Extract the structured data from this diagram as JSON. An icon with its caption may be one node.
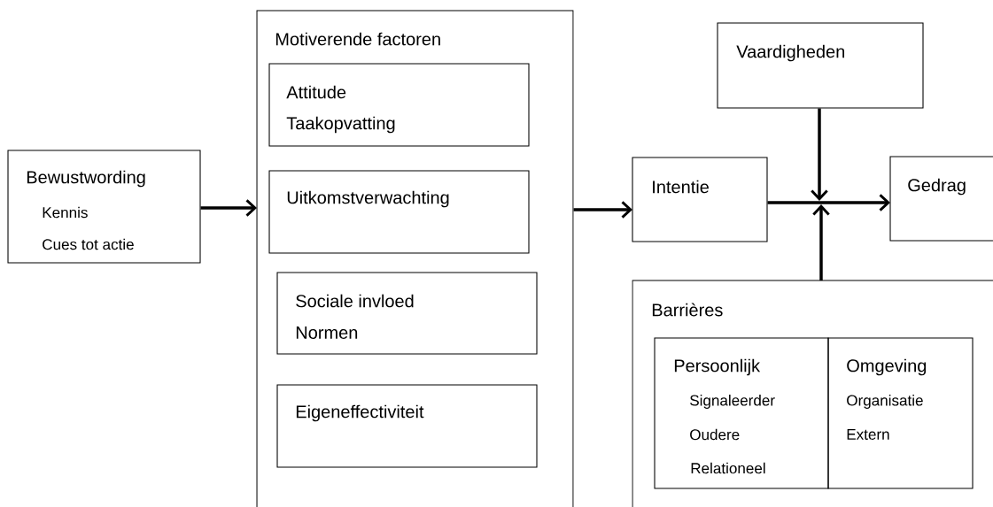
{
  "diagram": {
    "nodes": [
      {
        "text": [
          "Bewustwording",
          "Kennis",
          "Cues tot actie"
        ]
      },
      {
        "text": [
          "Motiverende factoren"
        ]
      },
      {
        "text": [
          "Attitude",
          "Taakopvatting"
        ],
        "in": 1
      },
      {
        "text": [
          "Uitkomstverwachting"
        ],
        "in": 1
      },
      {
        "text": [
          "Sociale invloed",
          "Normen"
        ],
        "in": 1
      },
      {
        "text": [
          "Eigeneffectiviteit"
        ],
        "in": 1
      },
      {
        "text": [
          "Vaardigheden"
        ]
      },
      {
        "text": [
          "Intentie"
        ]
      },
      {
        "text": [
          "Gedrag"
        ]
      },
      {
        "text": [
          "Barrières"
        ]
      },
      {
        "text": [
          "Persoonlijk",
          "Signaleerder",
          "Oudere",
          "Relationeel"
        ],
        "in": 9
      },
      {
        "text": [
          "Omgeving",
          "Organisatie",
          "Extern"
        ],
        "in": 9
      }
    ],
    "edges": [
      {
        "from": 0,
        "to": 1,
        "arrow": "to"
      },
      {
        "from": 1,
        "to": 7,
        "arrow": "to"
      },
      {
        "from": 7,
        "to": 8,
        "arrow": "to"
      },
      {
        "from": 6,
        "to": null,
        "arrow": "to"
      },
      {
        "from": 9,
        "to": null,
        "arrow": "to"
      }
    ]
  }
}
